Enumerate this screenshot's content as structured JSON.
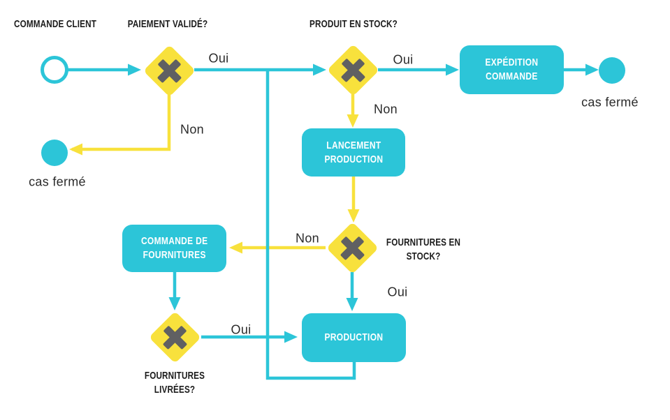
{
  "colors": {
    "teal": "#2cc5d8",
    "yellow": "#f8e13c",
    "x_gray": "#606062",
    "label_ink": "#1b1b1b",
    "edge_label_ink": "#2b2b2b"
  },
  "nodes": {
    "start_label": "COMMANDE CLIENT",
    "gateway_paiement_label": "PAIEMENT VALIDÉ?",
    "gateway_produit_label": "PRODUIT EN STOCK?",
    "gateway_fournitures_stock_label": "FOURNITURES EN\nSTOCK?",
    "gateway_fournitures_livrees_label": "FOURNITURES\nLIVRÉES?",
    "task_expedition": "EXPÉDITION\nCOMMANDE",
    "task_lancement": "LANCEMENT\nPRODUCTION",
    "task_commande_fournitures": "COMMANDE DE\nFOURNITURES",
    "task_production": "PRODUCTION",
    "end1_label": "cas fermé",
    "end2_label": "cas fermé"
  },
  "edge_labels": {
    "paiement_oui": "Oui",
    "paiement_non": "Non",
    "produit_oui": "Oui",
    "produit_non": "Non",
    "fournitures_stock_non": "Non",
    "fournitures_stock_oui": "Oui",
    "fournitures_livrees_oui": "Oui"
  }
}
